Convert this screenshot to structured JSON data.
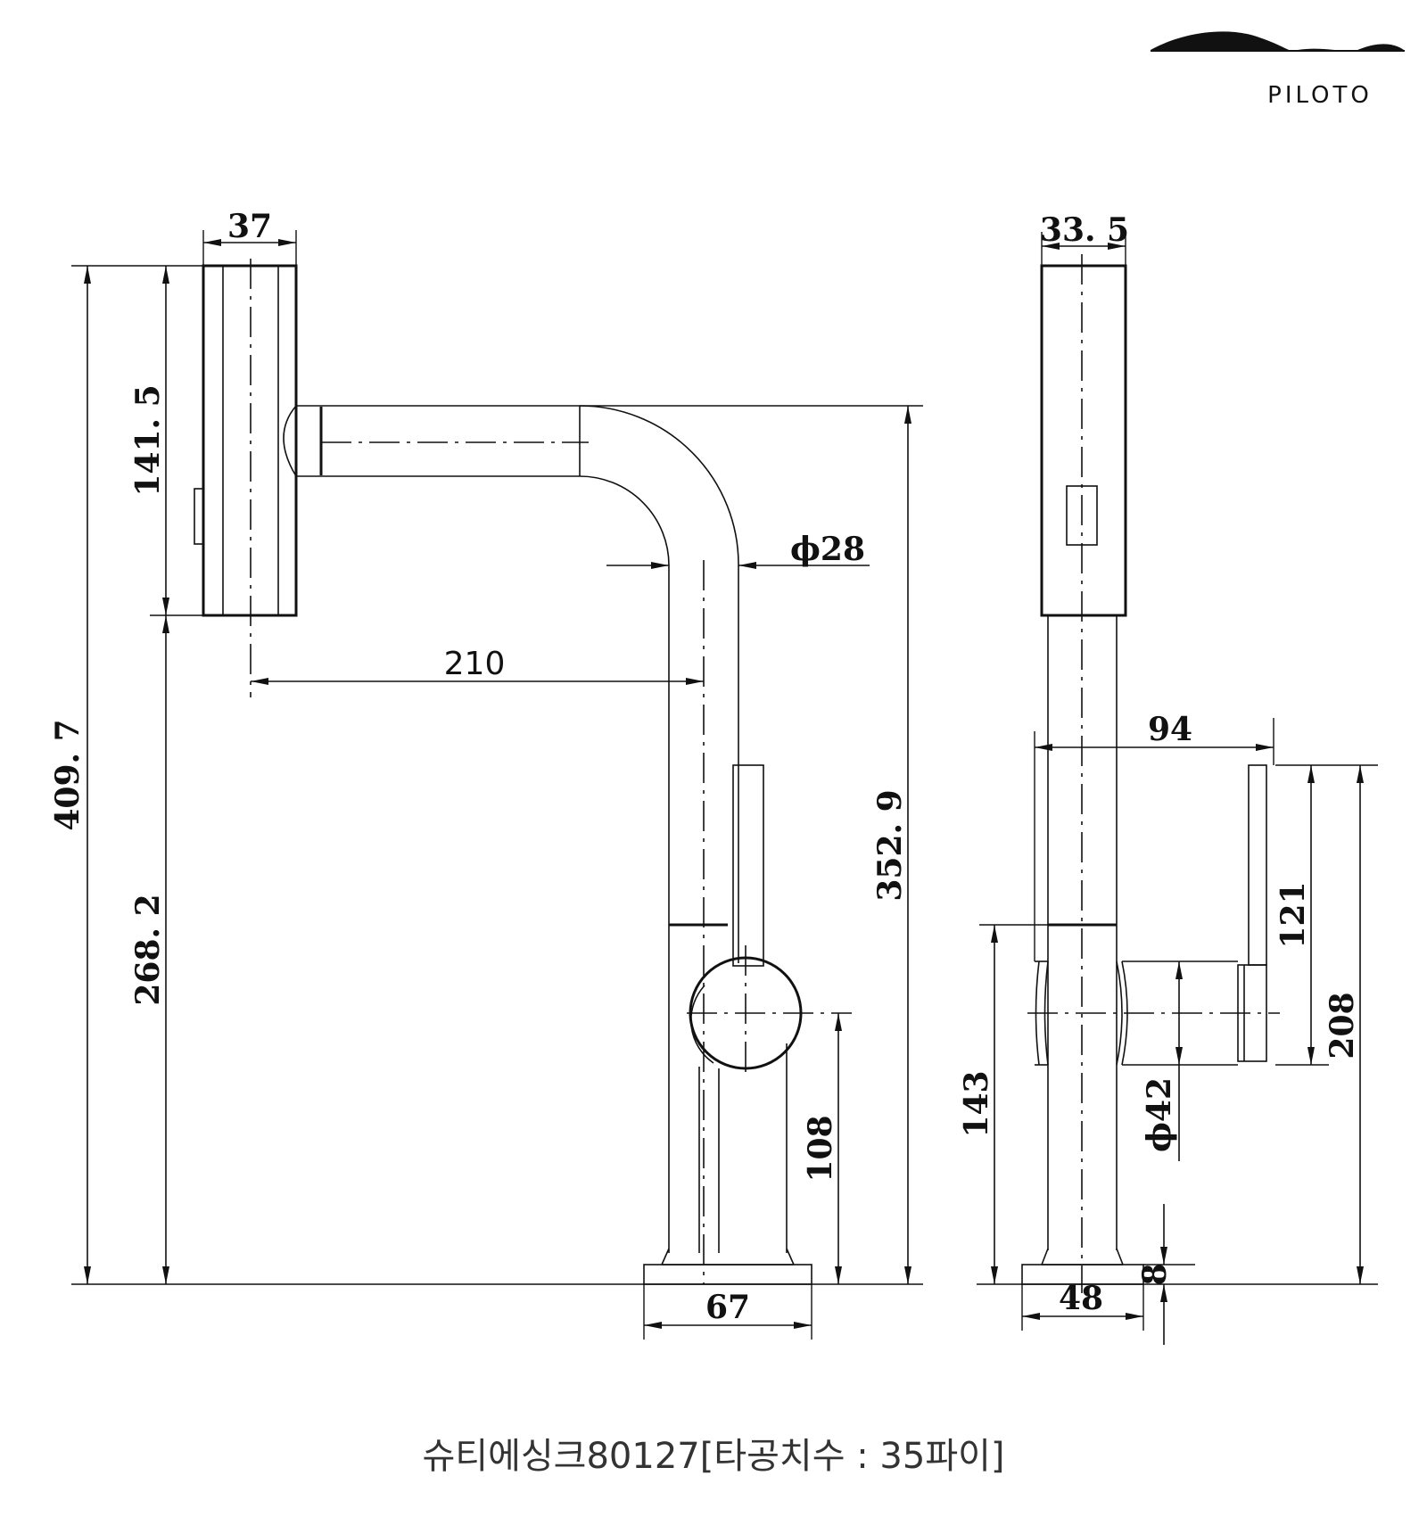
{
  "brand": {
    "name": "PILOTO"
  },
  "caption": "슈티에싱크80127[타공치수 : 35파이]",
  "dimensions": {
    "front_head_width": "37",
    "front_total_height": "409. 7",
    "front_head_height": "141. 5",
    "front_lower_height": "268. 2",
    "front_reach": "210",
    "front_spout_height": "352. 9",
    "front_body_diameter": "ϕ28",
    "front_handle_height": "108",
    "front_base_width": "67",
    "side_head_width": "33. 5",
    "side_handle_reach": "94",
    "side_lever_length": "121",
    "side_lever_height": "208",
    "side_body_height": "143",
    "side_handle_diameter": "ϕ42",
    "side_base_thickness": "8",
    "side_base_width": "48"
  }
}
